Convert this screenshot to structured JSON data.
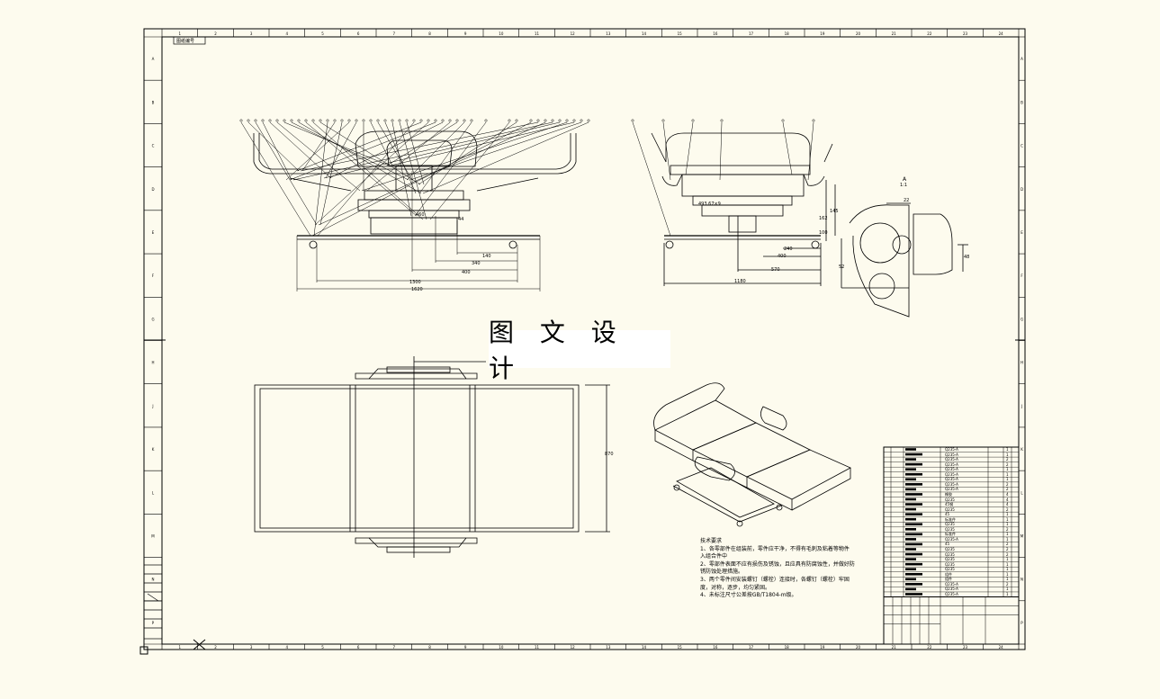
{
  "watermark": "图 文 设 计",
  "technical_requirements": {
    "title": "技术要求",
    "lines": [
      "1、各零部件在组装前，零件应干净，不得有毛刺及粘着等物件",
      "入组合件中",
      "2、零部件表面不应有损伤及锈蚀，且应具有防腐蚀性，并做好防",
      "锈防蚀处理措施。",
      "3、两个零件间安装螺钉（螺栓）连接时，各螺钉（螺栓）牢固",
      "度，对称，逐步，均匀紧固。",
      "4、未标注尺寸公差按GB/T1804-m级。"
    ]
  },
  "dimensions": {
    "front": [
      "140",
      "340",
      "400",
      "1300",
      "1620",
      "44",
      "460"
    ],
    "side": [
      "493.67×9",
      "240",
      "400",
      "570",
      "1180",
      "145",
      "162",
      "100"
    ],
    "detail": [
      "22",
      "48",
      "52"
    ],
    "plan": [
      "870"
    ]
  },
  "detail_label": "A",
  "detail_scale": "1:1",
  "small_note": "图纸编号",
  "zone_numbers_top": [
    "1",
    "2",
    "3",
    "4",
    "5",
    "6",
    "7",
    "8",
    "9",
    "10",
    "11",
    "12",
    "13",
    "14",
    "15",
    "16",
    "17",
    "18",
    "19",
    "20",
    "21",
    "22",
    "23",
    "24"
  ],
  "zone_letters_side": [
    "A",
    "B",
    "C",
    "D",
    "E",
    "F",
    "G",
    "H",
    "J",
    "K",
    "L",
    "M",
    "N",
    "P"
  ],
  "title_block": {
    "rows_count": 30,
    "material_col": [
      "Q235-A",
      "Q235-A",
      "Q235-A",
      "Q235-A",
      "Q235-A",
      "Q235-A",
      "Q235-A",
      "Q235-A",
      "Q235-A",
      "橡胶",
      "Q235",
      "45钢",
      "Q235",
      "45",
      "标准件",
      "Q235",
      "Q235",
      "标准件",
      "Q235-A",
      "45",
      "Q235",
      "Q235",
      "Q235",
      "Q235",
      "Q235",
      "组件",
      "组件",
      "Q235-A",
      "Q235-A",
      "Q235-A"
    ],
    "qty_col": [
      "1",
      "1",
      "2",
      "2",
      "1",
      "1",
      "1",
      "2",
      "2",
      "4",
      "4",
      "4",
      "2",
      "1",
      "1",
      "1",
      "2",
      "1",
      "1",
      "2",
      "2",
      "2",
      "1",
      "1",
      "1",
      "1",
      "1",
      "2",
      "1",
      "1"
    ]
  },
  "colors": {
    "background": "#fdfbee",
    "lines": "#000000",
    "watermark_bg": "#ffffff"
  }
}
